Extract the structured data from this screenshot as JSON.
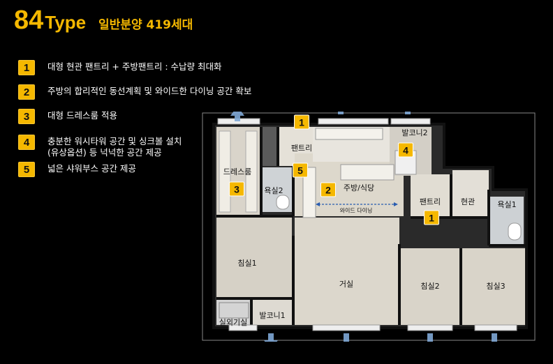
{
  "header": {
    "number": "84",
    "type": "Type",
    "subtitle": "일반분양 419세대"
  },
  "features": [
    {
      "num": "1",
      "text": "대형 현관 팬트리 + 주방팬트리 : 수납량 최대화"
    },
    {
      "num": "2",
      "text": "주방의 합리적인 동선계획 및 와이드한 다이닝 공간 확보"
    },
    {
      "num": "3",
      "text": "대형 드레스룸 적용"
    },
    {
      "num": "4",
      "text": "충분한 워시타워 공간 및 싱크볼 설치\n(유상옵션) 등 넉넉한 공간 제공"
    },
    {
      "num": "5",
      "text": "넓은 샤워부스 공간 제공"
    }
  ],
  "rooms": {
    "dressroom": "드레스룸",
    "bath2": "욕실2",
    "pantry_kitchen": "팬트리",
    "kitchen": "주방/식당",
    "wide_dining": "와이드 다이닝",
    "balcony2": "발코니2",
    "pantry_entry": "팬트리",
    "entrance": "현관",
    "bath1": "욕실1",
    "bed1": "침실1",
    "living": "거실",
    "bed2": "침실2",
    "bed3": "침실3",
    "outdoor_unit": "실외기실",
    "balcony1": "발코니1"
  },
  "plan_badges": [
    "1",
    "2",
    "3",
    "4",
    "5",
    "1"
  ],
  "colors": {
    "accent": "#f5b800",
    "floor": "#d9d4ca",
    "wall": "#1a1a1a",
    "arrow": "#7fa8d6"
  }
}
